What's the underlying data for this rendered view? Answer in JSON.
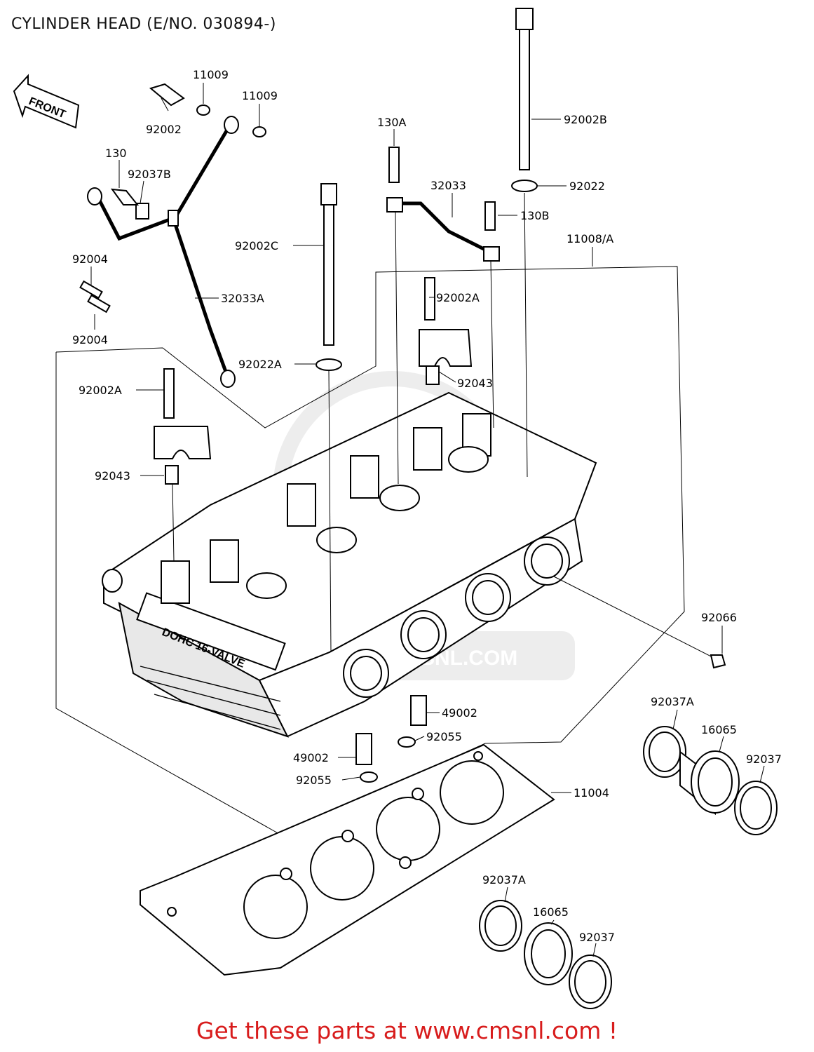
{
  "title": "CYLINDER HEAD (E/NO. 030894-)",
  "footer": "Get these parts at www.cmsnl.com !",
  "front_label": "FRONT",
  "head_cast_text": "DOHC 16-VALVE",
  "watermark_text": "WWW.CMSNL.COM",
  "callouts": {
    "c11009a": "11009",
    "c11009b": "11009",
    "c92002": "92002",
    "c130": "130",
    "c92037B": "92037B",
    "c92004a": "92004",
    "c92004b": "92004",
    "c32033A": "32033A",
    "c92002C": "92002C",
    "c92022A": "92022A",
    "c92002Aleft": "92002A",
    "c92043left": "92043",
    "c130A": "130A",
    "c32033": "32033",
    "c130B": "130B",
    "c92002B": "92002B",
    "c92022": "92022",
    "c11008A": "11008/A",
    "c92002Aright": "92002A",
    "c92043right": "92043",
    "c92066": "92066",
    "c49002a": "49002",
    "c92055a": "92055",
    "c49002b": "49002",
    "c92055b": "92055",
    "c11004": "11004",
    "c92037A1": "92037A",
    "c16065a": "16065",
    "c92037a": "92037",
    "c92037A2": "92037A",
    "c16065b": "16065",
    "c92037b": "92037"
  }
}
